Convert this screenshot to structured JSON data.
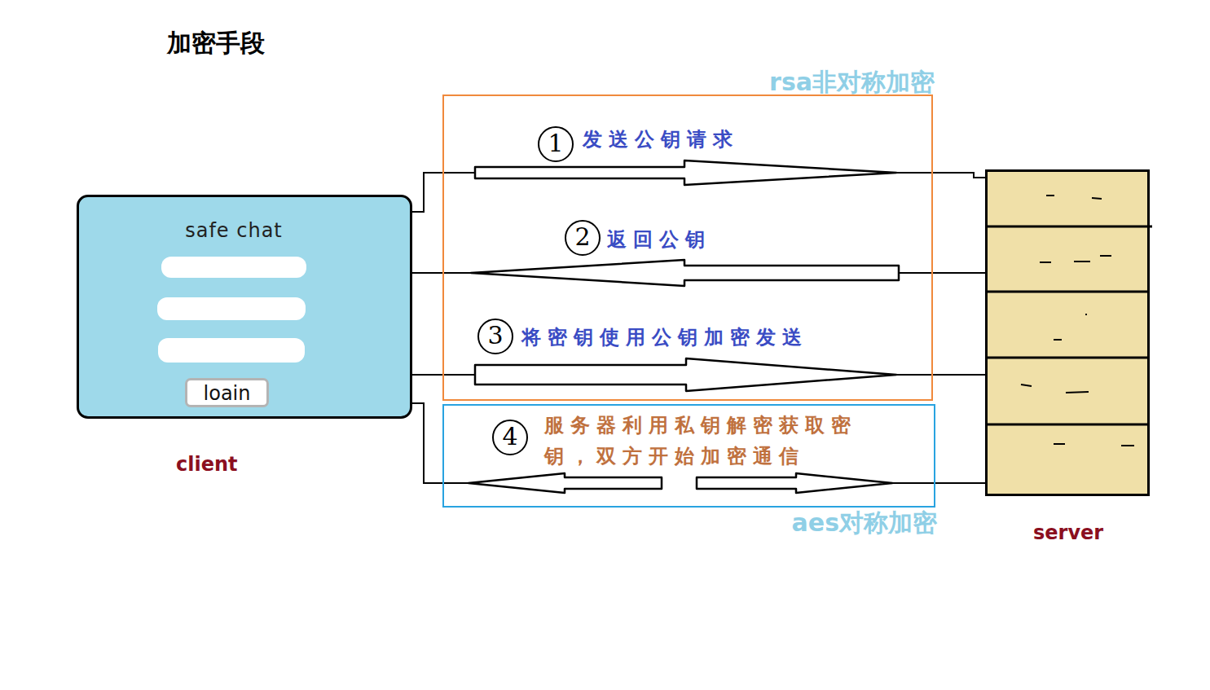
{
  "diagram": {
    "title": "加密手段",
    "nodes": [
      {
        "text": [
          "safe chat",
          "client"
        ]
      },
      {
        "text": [
          "loain"
        ],
        "in": 0
      },
      {
        "text": [
          "rsa非对称加密"
        ]
      },
      {
        "text": [
          "aes对称加密"
        ]
      },
      {
        "text": [
          "server"
        ]
      }
    ],
    "edges": [
      {
        "from": 0,
        "to": 4,
        "arrow": "to",
        "label": "发送公钥请求"
      },
      {
        "from": 4,
        "to": 0,
        "arrow": "to",
        "label": "返回公钥"
      },
      {
        "from": 0,
        "to": 4,
        "arrow": "to",
        "label": "将密钥使用公钥加密发送"
      },
      {
        "from": 0,
        "to": 4,
        "arrow": "both",
        "label": "服务器利用私钥解密获取密钥，双方开始加密通信"
      }
    ],
    "labels": [
      "1",
      "2",
      "3",
      "4"
    ]
  }
}
